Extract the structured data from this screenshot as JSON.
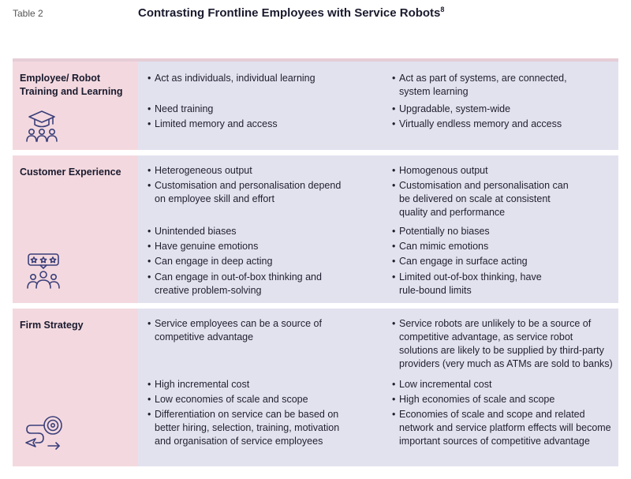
{
  "header": {
    "table_label": "Table 2",
    "title": "Contrasting Frontline Employees with Service Robots",
    "footnote": "8"
  },
  "colors": {
    "head_bg": "#f3d9df",
    "body_bg": "#e2e2ef",
    "icon_stroke": "#3b3f7a"
  },
  "rows": [
    {
      "label_line1": "Employee/ Robot",
      "label_line2": "Training and Learning",
      "icon": "graduation-people-icon",
      "employee": [
        [
          "Act as individuals, individual learning"
        ],
        [
          "Need training"
        ],
        [
          "Limited memory and access"
        ]
      ],
      "robot": [
        [
          "Act as part of systems, are connected,",
          "system learning"
        ],
        [
          "Upgradable, system-wide"
        ],
        [
          "Virtually endless memory and access"
        ]
      ]
    },
    {
      "label_line1": "Customer Experience",
      "icon": "customer-rating-icon",
      "employee": [
        [
          "Heterogeneous output"
        ],
        [
          "Customisation and personalisation depend",
          "on employee skill and effort"
        ],
        [
          "Unintended biases"
        ],
        [
          "Have genuine emotions"
        ],
        [
          "Can engage in deep acting"
        ],
        [
          "Can engage in out-of-box thinking and",
          "creative problem-solving"
        ]
      ],
      "robot": [
        [
          "Homogenous output"
        ],
        [
          "Customisation and personalisation can",
          "be delivered on scale at consistent",
          "quality and performance"
        ],
        [
          "Potentially no biases"
        ],
        [
          "Can mimic emotions"
        ],
        [
          "Can engage in surface acting"
        ],
        [
          "Limited out-of-box thinking, have",
          "rule-bound limits"
        ]
      ]
    },
    {
      "label_line1": "Firm Strategy",
      "icon": "target-strategy-icon",
      "employee": [
        [
          "Service employees can be a source of",
          "competitive advantage"
        ],
        [
          "High incremental cost"
        ],
        [
          "Low economies of scale and scope"
        ],
        [
          "Differentiation on service can be based on",
          "better hiring, selection, training, motivation",
          "and organisation of service employees"
        ]
      ],
      "robot": [
        [
          "Service robots are unlikely to be a source of",
          "competitive advantage, as service robot",
          "solutions are likely to be supplied by third-party",
          "providers (very much as ATMs are sold to banks)"
        ],
        [
          "Low incremental cost"
        ],
        [
          "High economies of scale and scope"
        ],
        [
          "Economies of scale and scope and related",
          "network and service platform effects will become",
          "important sources of competitive advantage"
        ]
      ]
    }
  ]
}
